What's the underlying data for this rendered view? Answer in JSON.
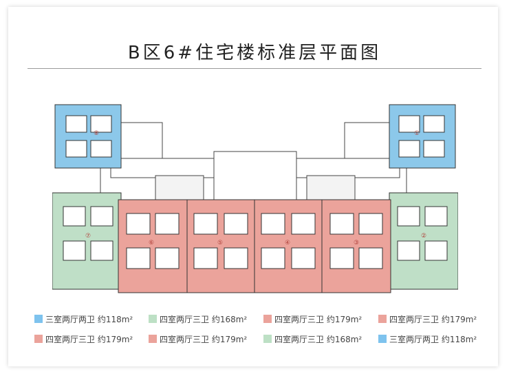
{
  "title": "B区6#住宅楼标准层平面图",
  "colors": {
    "blue": "#8cc8ea",
    "green": "#bfdfc7",
    "pink": "#eba39b",
    "wall": "#3a3a3a",
    "line": "#888888"
  },
  "legend": [
    {
      "label": "三室两厅两卫 约118m²",
      "color": "#7ec3ee"
    },
    {
      "label": "四室两厅三卫 约168m²",
      "color": "#bde0c5"
    },
    {
      "label": "四室两厅三卫 约179m²",
      "color": "#eba39b"
    },
    {
      "label": "四室两厅三卫 约179m²",
      "color": "#eba39b"
    },
    {
      "label": "四室两厅三卫 约179m²",
      "color": "#eba39b"
    },
    {
      "label": "四室两厅三卫 约179m²",
      "color": "#eba39b"
    },
    {
      "label": "四室两厅三卫 约168m²",
      "color": "#bde0c5"
    },
    {
      "label": "三室两厅两卫 约118m²",
      "color": "#7ec3ee"
    }
  ],
  "unit_numbers": [
    "①",
    "②",
    "③",
    "④",
    "⑤",
    "⑥",
    "⑦",
    "⑧"
  ]
}
